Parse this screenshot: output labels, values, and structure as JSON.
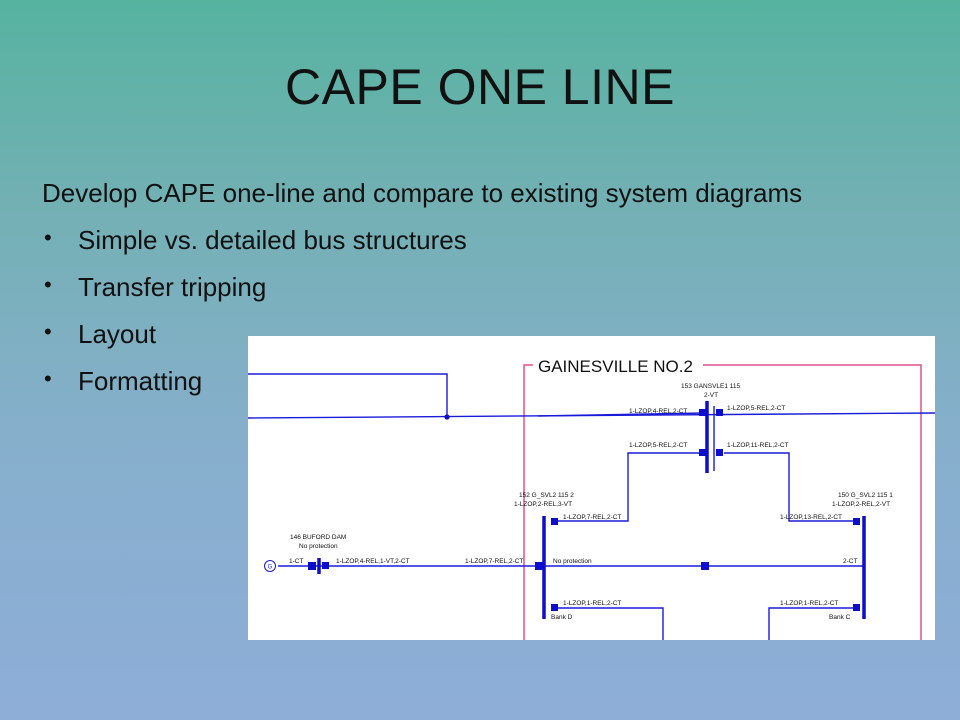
{
  "slide": {
    "title": "CAPE ONE LINE",
    "lead": "Develop CAPE one-line and compare to existing system diagrams",
    "bullets": [
      "Simple vs. detailed bus structures",
      "Transfer tripping",
      "Layout",
      "Formatting"
    ]
  },
  "diagram": {
    "substation_title": "GAINESVILLE NO.2",
    "colors": {
      "line": "#1a1adb",
      "boundary": "#e0508a",
      "node": "#0d0dcc",
      "background": "#ffffff"
    },
    "top_bus_label_1": "153 GANSVLE1 115",
    "top_bus_label_2": "2-VT",
    "top_upper_left": "1-LZOP,4-REL,2-CT",
    "top_upper_right": "1-LZOP,5-REL,2-CT",
    "top_lower_left": "1-LZOP,5-REL,2-CT",
    "top_lower_right": "1-LZOP,11-REL,2-CT",
    "left_bus_label_1": "152 G_SVL2 115 2",
    "left_bus_label_2": "1-LZOP,2-REL,3-VT",
    "left_upper_ct": "1-LZOP,7-REL,2-CT",
    "left_lower_ct": "1-LZOP,1-REL,2-CT",
    "bank_d": "Bank D",
    "no_protection_mid": "No protection",
    "right_bus_label_1": "150 G_SVL2 115 1",
    "right_bus_label_2": "1-LZOP,2-REL,2-VT",
    "right_upper_ct": "1-LZOP,13-REL,2-CT",
    "right_lower_ct": "1-LZOP,1-REL,2-CT",
    "bank_c": "Bank C",
    "right_mid_ct": "2-CT",
    "buford_label_1": "146 BUFORD DAM",
    "buford_label_2": "No protection",
    "buford_ct": "1-CT",
    "buford_relay": "1-LZOP,4-REL,1-VT,2-CT",
    "feeder_ct": "1-LZOP,7-REL,2-CT",
    "generator_symbol": "G"
  }
}
